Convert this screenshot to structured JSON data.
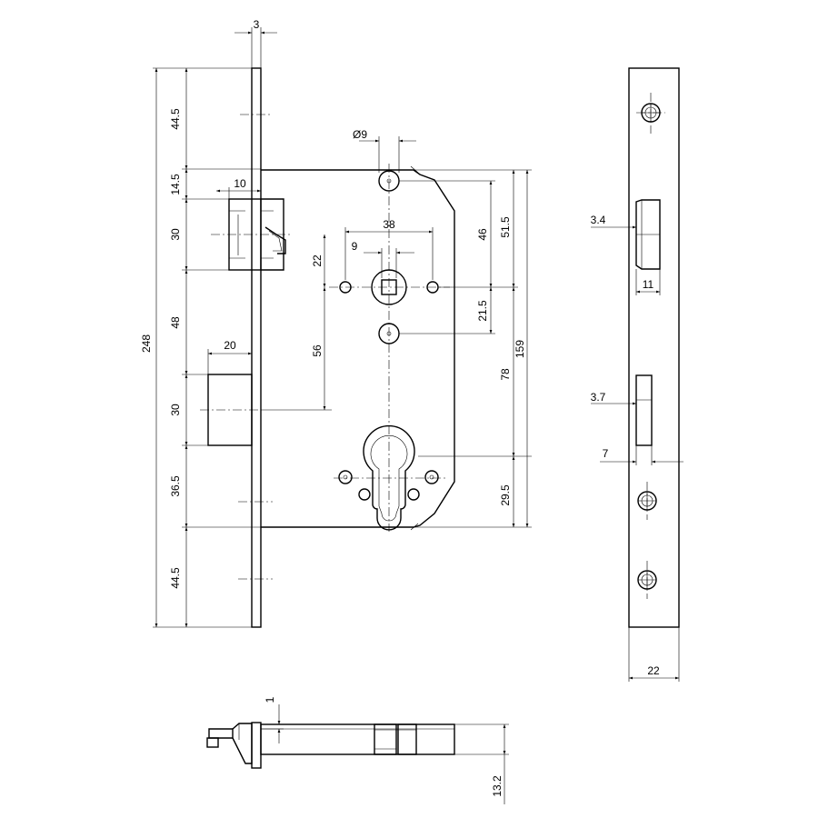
{
  "front_view": {
    "faceplate_thickness": "3",
    "top_to_latch": "44.5",
    "latch_offset": "14.5",
    "latch_height": "30",
    "latch_to_bolt": "48",
    "bolt_height": "30",
    "bolt_to_cylinder": "36.5",
    "bottom": "44.5",
    "overall_height": "248",
    "latch_projection": "10",
    "bolt_projection": "20",
    "top_hole_dia": "Ø9",
    "follower_holes_spacing": "38",
    "follower_square": "9",
    "follower_offset": "22",
    "follower_to_bolt": "56",
    "top_to_follower": "46",
    "top_to_follower_upper": "51.5",
    "follower_to_hole": "21.5",
    "follower_to_cylinder": "78",
    "case_height": "159",
    "cylinder_to_bottom": "29.5"
  },
  "side_view": {
    "latch_depth": "3.4",
    "latch_width": "11",
    "bolt_depth": "3.7",
    "bolt_width": "7",
    "faceplate_width": "22"
  },
  "bottom_view": {
    "plate_thickness": "1",
    "case_depth": "13.2"
  }
}
